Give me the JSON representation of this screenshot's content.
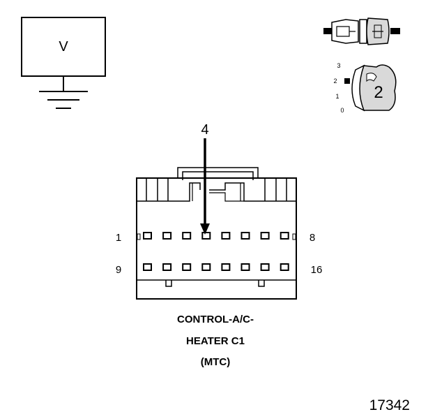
{
  "voltmeter": {
    "label": "V"
  },
  "switch_positions": [
    "3",
    "2",
    "1",
    "0"
  ],
  "switch_setting": "2",
  "probe_pin": "4",
  "pin_labels": {
    "top_left": "1",
    "top_right": "8",
    "bottom_left": "9",
    "bottom_right": "16"
  },
  "connector": {
    "name_line1": "CONTROL-A/C-",
    "name_line2": "HEATER C1",
    "name_line3": "(MTC)"
  },
  "figure_number": "17342",
  "colors": {
    "ink": "#000000",
    "background": "#ffffff",
    "shading": "#d9d9d9"
  }
}
